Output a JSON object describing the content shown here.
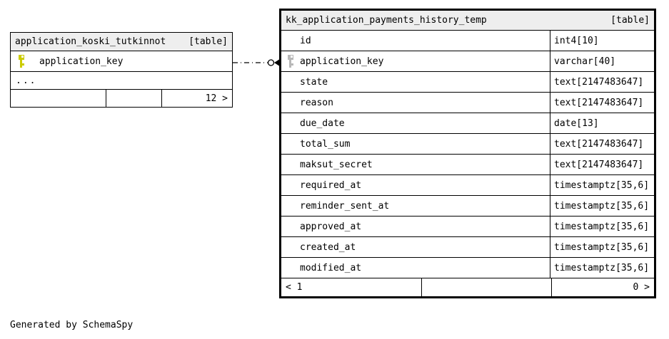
{
  "credit": "Generated by SchemaSpy",
  "colors": {
    "header_bg": "#eeeeee",
    "border": "#000000",
    "primary_key_icon": "#cccc00",
    "foreign_key_icon": "#b8b8b8"
  },
  "connector": {
    "style": "dash-dot",
    "end_markers": [
      "open-circle",
      "filled-arrow"
    ]
  },
  "tables": {
    "left": {
      "title": "application_koski_tutkinnot",
      "tag": "[table]",
      "columns": [
        {
          "name": "application_key",
          "key": "primary"
        }
      ],
      "more_indicator": "...",
      "footer": {
        "left": "",
        "middle": "",
        "right": "12 >"
      }
    },
    "right": {
      "title": "kk_application_payments_history_temp",
      "tag": "[table]",
      "columns": [
        {
          "name": "id",
          "type": "int4[10]",
          "key": ""
        },
        {
          "name": "application_key",
          "type": "varchar[40]",
          "key": "foreign"
        },
        {
          "name": "state",
          "type": "text[2147483647]",
          "key": ""
        },
        {
          "name": "reason",
          "type": "text[2147483647]",
          "key": ""
        },
        {
          "name": "due_date",
          "type": "date[13]",
          "key": ""
        },
        {
          "name": "total_sum",
          "type": "text[2147483647]",
          "key": ""
        },
        {
          "name": "maksut_secret",
          "type": "text[2147483647]",
          "key": ""
        },
        {
          "name": "required_at",
          "type": "timestamptz[35,6]",
          "key": ""
        },
        {
          "name": "reminder_sent_at",
          "type": "timestamptz[35,6]",
          "key": ""
        },
        {
          "name": "approved_at",
          "type": "timestamptz[35,6]",
          "key": ""
        },
        {
          "name": "created_at",
          "type": "timestamptz[35,6]",
          "key": ""
        },
        {
          "name": "modified_at",
          "type": "timestamptz[35,6]",
          "key": ""
        }
      ],
      "footer": {
        "left": "< 1",
        "middle": "",
        "right": "0 >"
      }
    }
  }
}
